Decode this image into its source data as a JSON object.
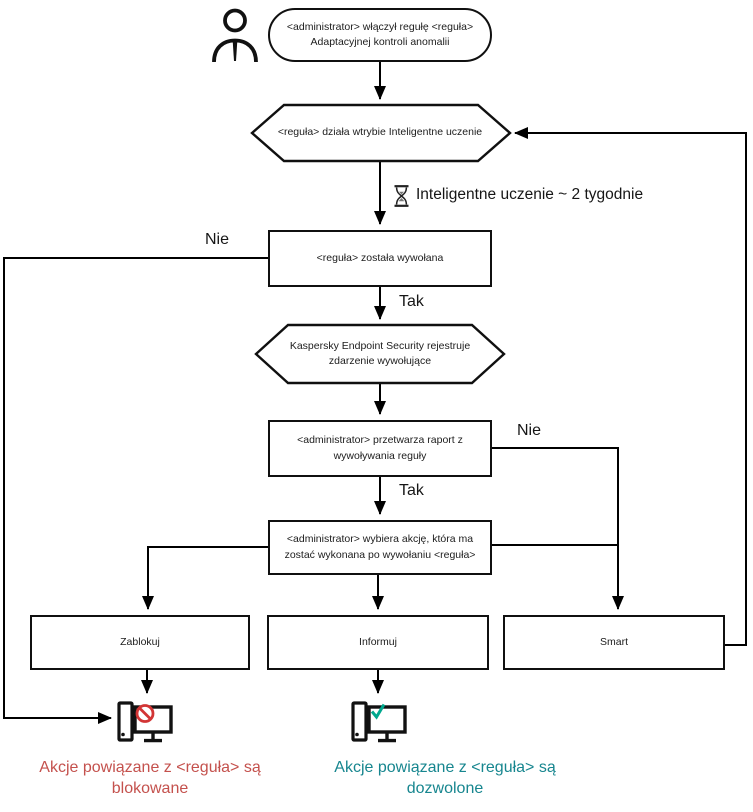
{
  "colors": {
    "line": "#000000",
    "box_border": "#101010",
    "text": "#1c1c1c",
    "blocked_text": "#c4514d",
    "allowed_text": "#17868f",
    "prohibit_red": "#d23535",
    "check_green": "#00a88e"
  },
  "nodes": {
    "start": "<administrator>  włączył regułę <reguła>\nAdaptacyjnej kontroli anomalii",
    "smart_mode_hex": "<reguła> działa wtrybie Inteligentne uczenie",
    "triggered": "<reguła> została wywołana",
    "registers_hex": "Kaspersky Endpoint Security rejestruje\nzdarzenie wywołujące",
    "report": "<administrator> przetwarza raport z\nwywoływania reguły",
    "choose_action": "<administrator> wybiera akcję, która ma\nzostać wykonana po wywołaniu <reguła>",
    "action_block": "Zablokuj",
    "action_inform": "Informuj",
    "action_smart": "Smart"
  },
  "annotations": {
    "learning_duration": "Inteligentne uczenie ~ 2 tygodnie"
  },
  "edge_labels": {
    "triggered_no": "Nie",
    "triggered_yes": "Tak",
    "report_no": "Nie",
    "report_yes": "Tak"
  },
  "outcomes": {
    "blocked": "Akcje powiązane z <reguła> są\nblokowane",
    "allowed": "Akcje powiązane z <reguła> są\ndozwolone"
  },
  "icons": {
    "person": "administrator-person-icon",
    "hourglass": "hourglass-icon",
    "blocked_computer": "computer-blocked-icon",
    "allowed_computer": "computer-allowed-icon"
  }
}
